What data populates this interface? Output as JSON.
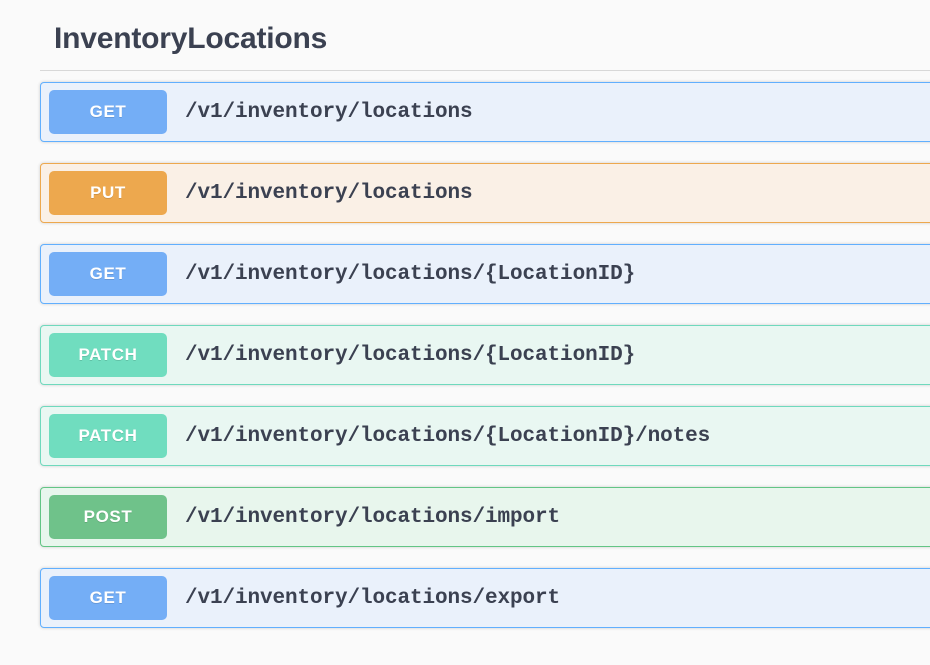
{
  "tag": {
    "title": "InventoryLocations"
  },
  "colors": {
    "page_background": "#fafafa",
    "title_text": "#3b4151",
    "divider": "#d8d8d8",
    "get_button": "#74aef6",
    "get_row_background": "#eaf1fb",
    "get_row_border": "#61affe",
    "put_button": "#eda84e",
    "put_row_background": "#faf0e6",
    "put_row_border": "#eda84e",
    "patch_button": "#70ddbf",
    "patch_row_background": "#e9f7f2",
    "patch_row_border": "#6fd9bd",
    "post_button": "#6fc28a",
    "post_row_background": "#e8f6ed",
    "post_row_border": "#63c585",
    "path_text": "#3b4151"
  },
  "operations": [
    {
      "method": "GET",
      "method_class": "opblock-get",
      "path": "/v1/inventory/locations"
    },
    {
      "method": "PUT",
      "method_class": "opblock-put",
      "path": "/v1/inventory/locations"
    },
    {
      "method": "GET",
      "method_class": "opblock-get",
      "path": "/v1/inventory/locations/{LocationID}"
    },
    {
      "method": "PATCH",
      "method_class": "opblock-patch",
      "path": "/v1/inventory/locations/{LocationID}"
    },
    {
      "method": "PATCH",
      "method_class": "opblock-patch",
      "path": "/v1/inventory/locations/{LocationID}/notes"
    },
    {
      "method": "POST",
      "method_class": "opblock-post",
      "path": "/v1/inventory/locations/import"
    },
    {
      "method": "GET",
      "method_class": "opblock-get",
      "path": "/v1/inventory/locations/export"
    }
  ]
}
